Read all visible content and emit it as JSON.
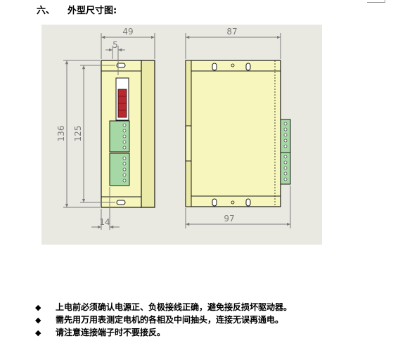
{
  "section": {
    "number": "六、",
    "title": "外型尺寸图:"
  },
  "drawing": {
    "dimensions": {
      "front_width": "49",
      "terminal_offset": "5",
      "front_height": "136",
      "mount_spacing": "125",
      "front_bottom": "14",
      "side_width_top": "87",
      "side_width_bottom": "97"
    },
    "colors": {
      "background": "#e9e9e2",
      "body": "#f7f6bd",
      "terminal": "#a6d8a6",
      "connector": "#b8282e",
      "outline": "#1a1a1a",
      "dimension": "#7a7a7a"
    }
  },
  "notes": {
    "bullet": "◆",
    "items": [
      "上电前必须确认电源正、负极接线正确，避免接反损坏驱动器。",
      "需先用万用表测定电机的各相及中间抽头，连接无误再通电。",
      "请注意连接端子时不要接反。"
    ]
  }
}
